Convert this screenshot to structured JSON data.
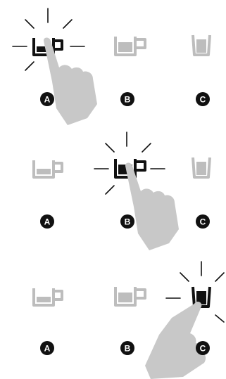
{
  "colors": {
    "active": "#111111",
    "inactive": "#bdbdbd",
    "hand": "#c8c8c8",
    "badge": "#111111",
    "badge_text": "#ffffff"
  },
  "options": [
    {
      "letter": "A",
      "cup": "small-cup-with-handle-icon"
    },
    {
      "letter": "B",
      "cup": "medium-cup-with-handle-icon"
    },
    {
      "letter": "C",
      "cup": "tall-cup-icon"
    }
  ],
  "steps": [
    {
      "selected": "A"
    },
    {
      "selected": "B"
    },
    {
      "selected": "C"
    }
  ]
}
